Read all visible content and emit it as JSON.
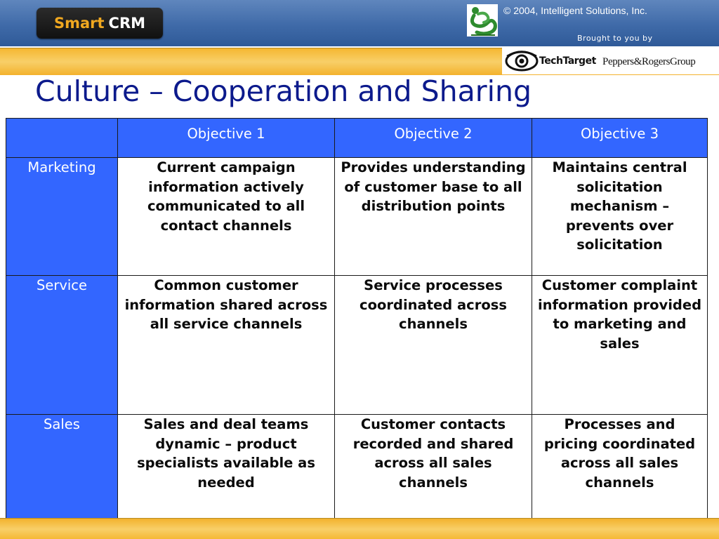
{
  "header": {
    "logo": {
      "smart": "Smart",
      "crm": "CRM"
    },
    "copyright": "© 2004, Intelligent Solutions, Inc.",
    "brought_by": "Brought to you by",
    "sponsors": {
      "techtarget": "TechTarget",
      "peppers_rogers": "Peppers&RogersGroup"
    }
  },
  "slide": {
    "title": "Culture – Cooperation and Sharing"
  },
  "table": {
    "headers": [
      "Objective 1",
      "Objective 2",
      "Objective 3"
    ],
    "rows": [
      {
        "label": "Marketing",
        "cells": [
          "Current campaign information actively communicated to all contact channels",
          "Provides understanding of customer base to all distribution points",
          "Maintains central solicitation mechanism – prevents over solicitation"
        ]
      },
      {
        "label": "Service",
        "cells": [
          "Common customer information shared across all service channels",
          "Service processes coordinated across channels",
          "Customer complaint information provided to marketing and sales"
        ]
      },
      {
        "label": "Sales",
        "cells": [
          "Sales and deal teams dynamic – product specialists available as needed",
          "Customer contacts recorded and shared across all sales channels",
          "Processes and pricing coordinated across all sales channels"
        ]
      }
    ]
  },
  "colors": {
    "header_blue": "#3f6aa8",
    "accent_orange": "#f5b731",
    "table_blue": "#3366ff",
    "title_navy": "#0c1a8c"
  },
  "icons": {
    "sponsor_logo": "intelligent-solutions-logo-icon",
    "techtarget_logo": "techtarget-eye-icon"
  }
}
